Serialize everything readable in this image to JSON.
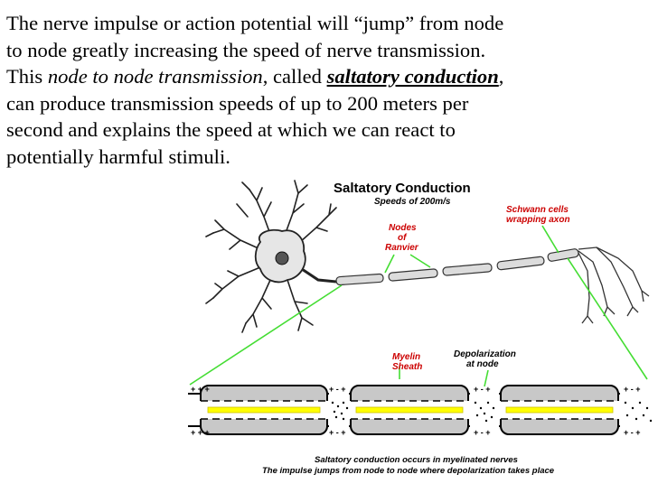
{
  "paragraph": {
    "line1": "The nerve impulse or action potential will “jump” from node",
    "line2": "to node greatly increasing the speed of nerve transmission.",
    "line3_pre": "This ",
    "line3_italic": "node to node transmission",
    "line3_mid": ", called ",
    "line3_bold": "saltatory conduction",
    "line3_post": ",",
    "line4": "can produce transmission speeds of up to 200 meters per",
    "line5": "second and explains the speed at which we can react to",
    "line6": "potentially harmful stimuli."
  },
  "diagram": {
    "title": "Saltatory Conduction",
    "subtitle": "Speeds of 200m/s",
    "label_nodes_1": "Nodes",
    "label_nodes_2": "of",
    "label_nodes_3": "Ranvier",
    "label_schwann_1": "Schwann cells",
    "label_schwann_2": "wrapping axon",
    "label_myelin_1": "Myelin",
    "label_myelin_2": "Sheath",
    "label_depol_1": "Depolarization",
    "label_depol_2": "at node",
    "caption_1": "Saltatory conduction occurs in myelinated nerves",
    "caption_2": "The impulse jumps from node to node where depolarization takes place",
    "colors": {
      "label_red": "#cc0000",
      "pointer_green": "#44dd33",
      "axon_yellow": "#ffff00",
      "sheath_gray": "#c8c8c8"
    }
  }
}
